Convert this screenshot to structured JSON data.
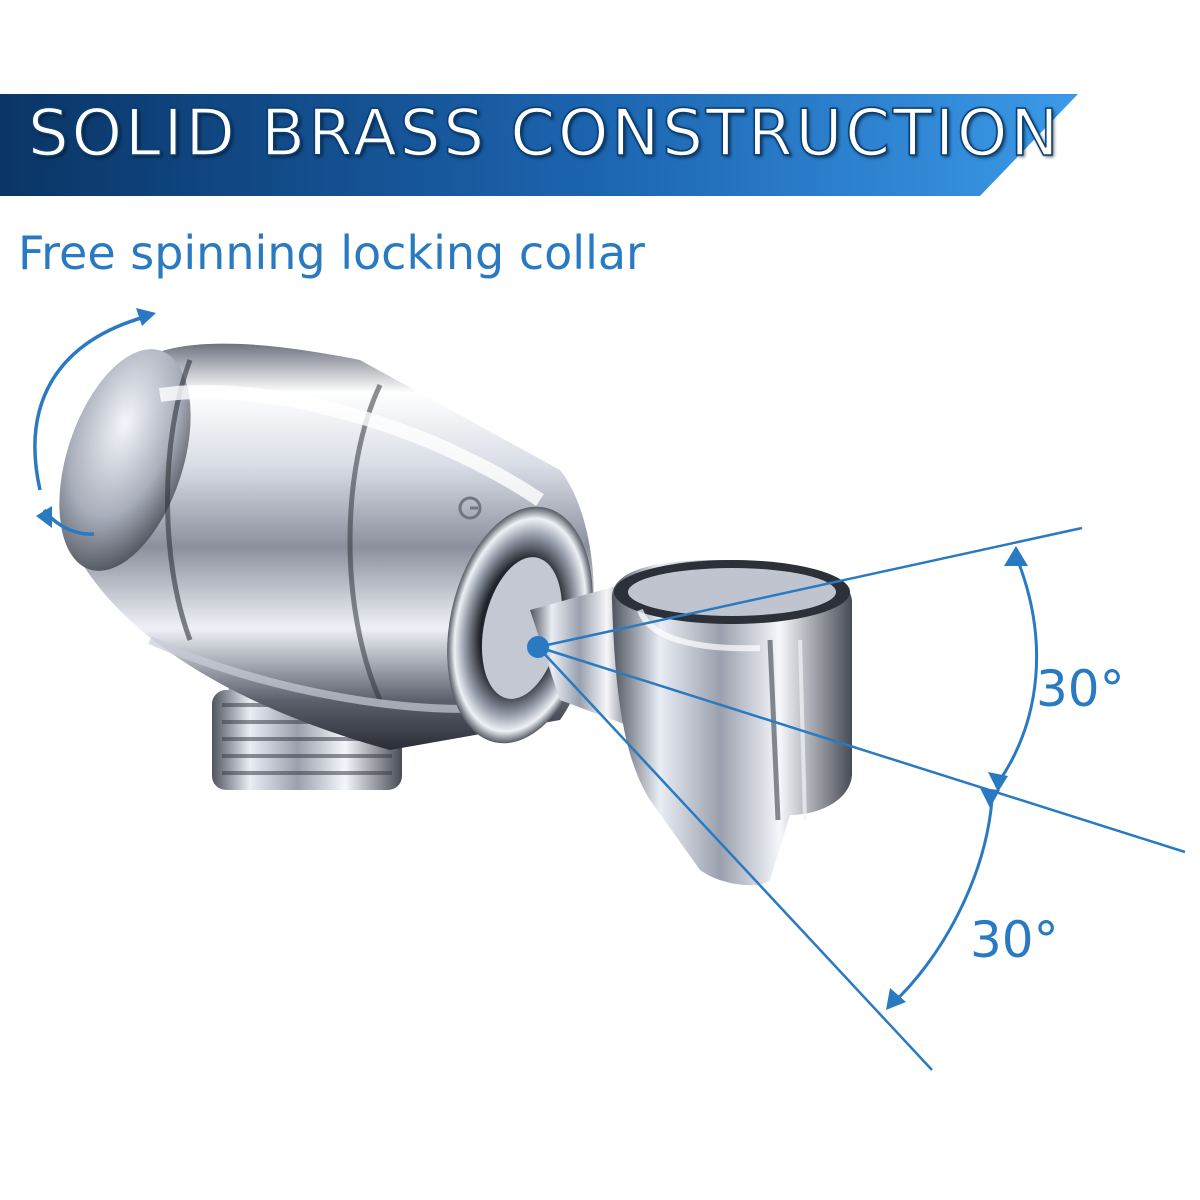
{
  "banner": {
    "title": "SOLID BRASS CONSTRUCTION",
    "colors": {
      "dark": "#0c3f78",
      "light": "#2f8fe0"
    }
  },
  "subtitle": "Free spinning locking collar",
  "angles": {
    "upper": "30°",
    "lower": "30°"
  },
  "accent_color": "#2a7ac2",
  "logo_icon": "g-logo-icon"
}
